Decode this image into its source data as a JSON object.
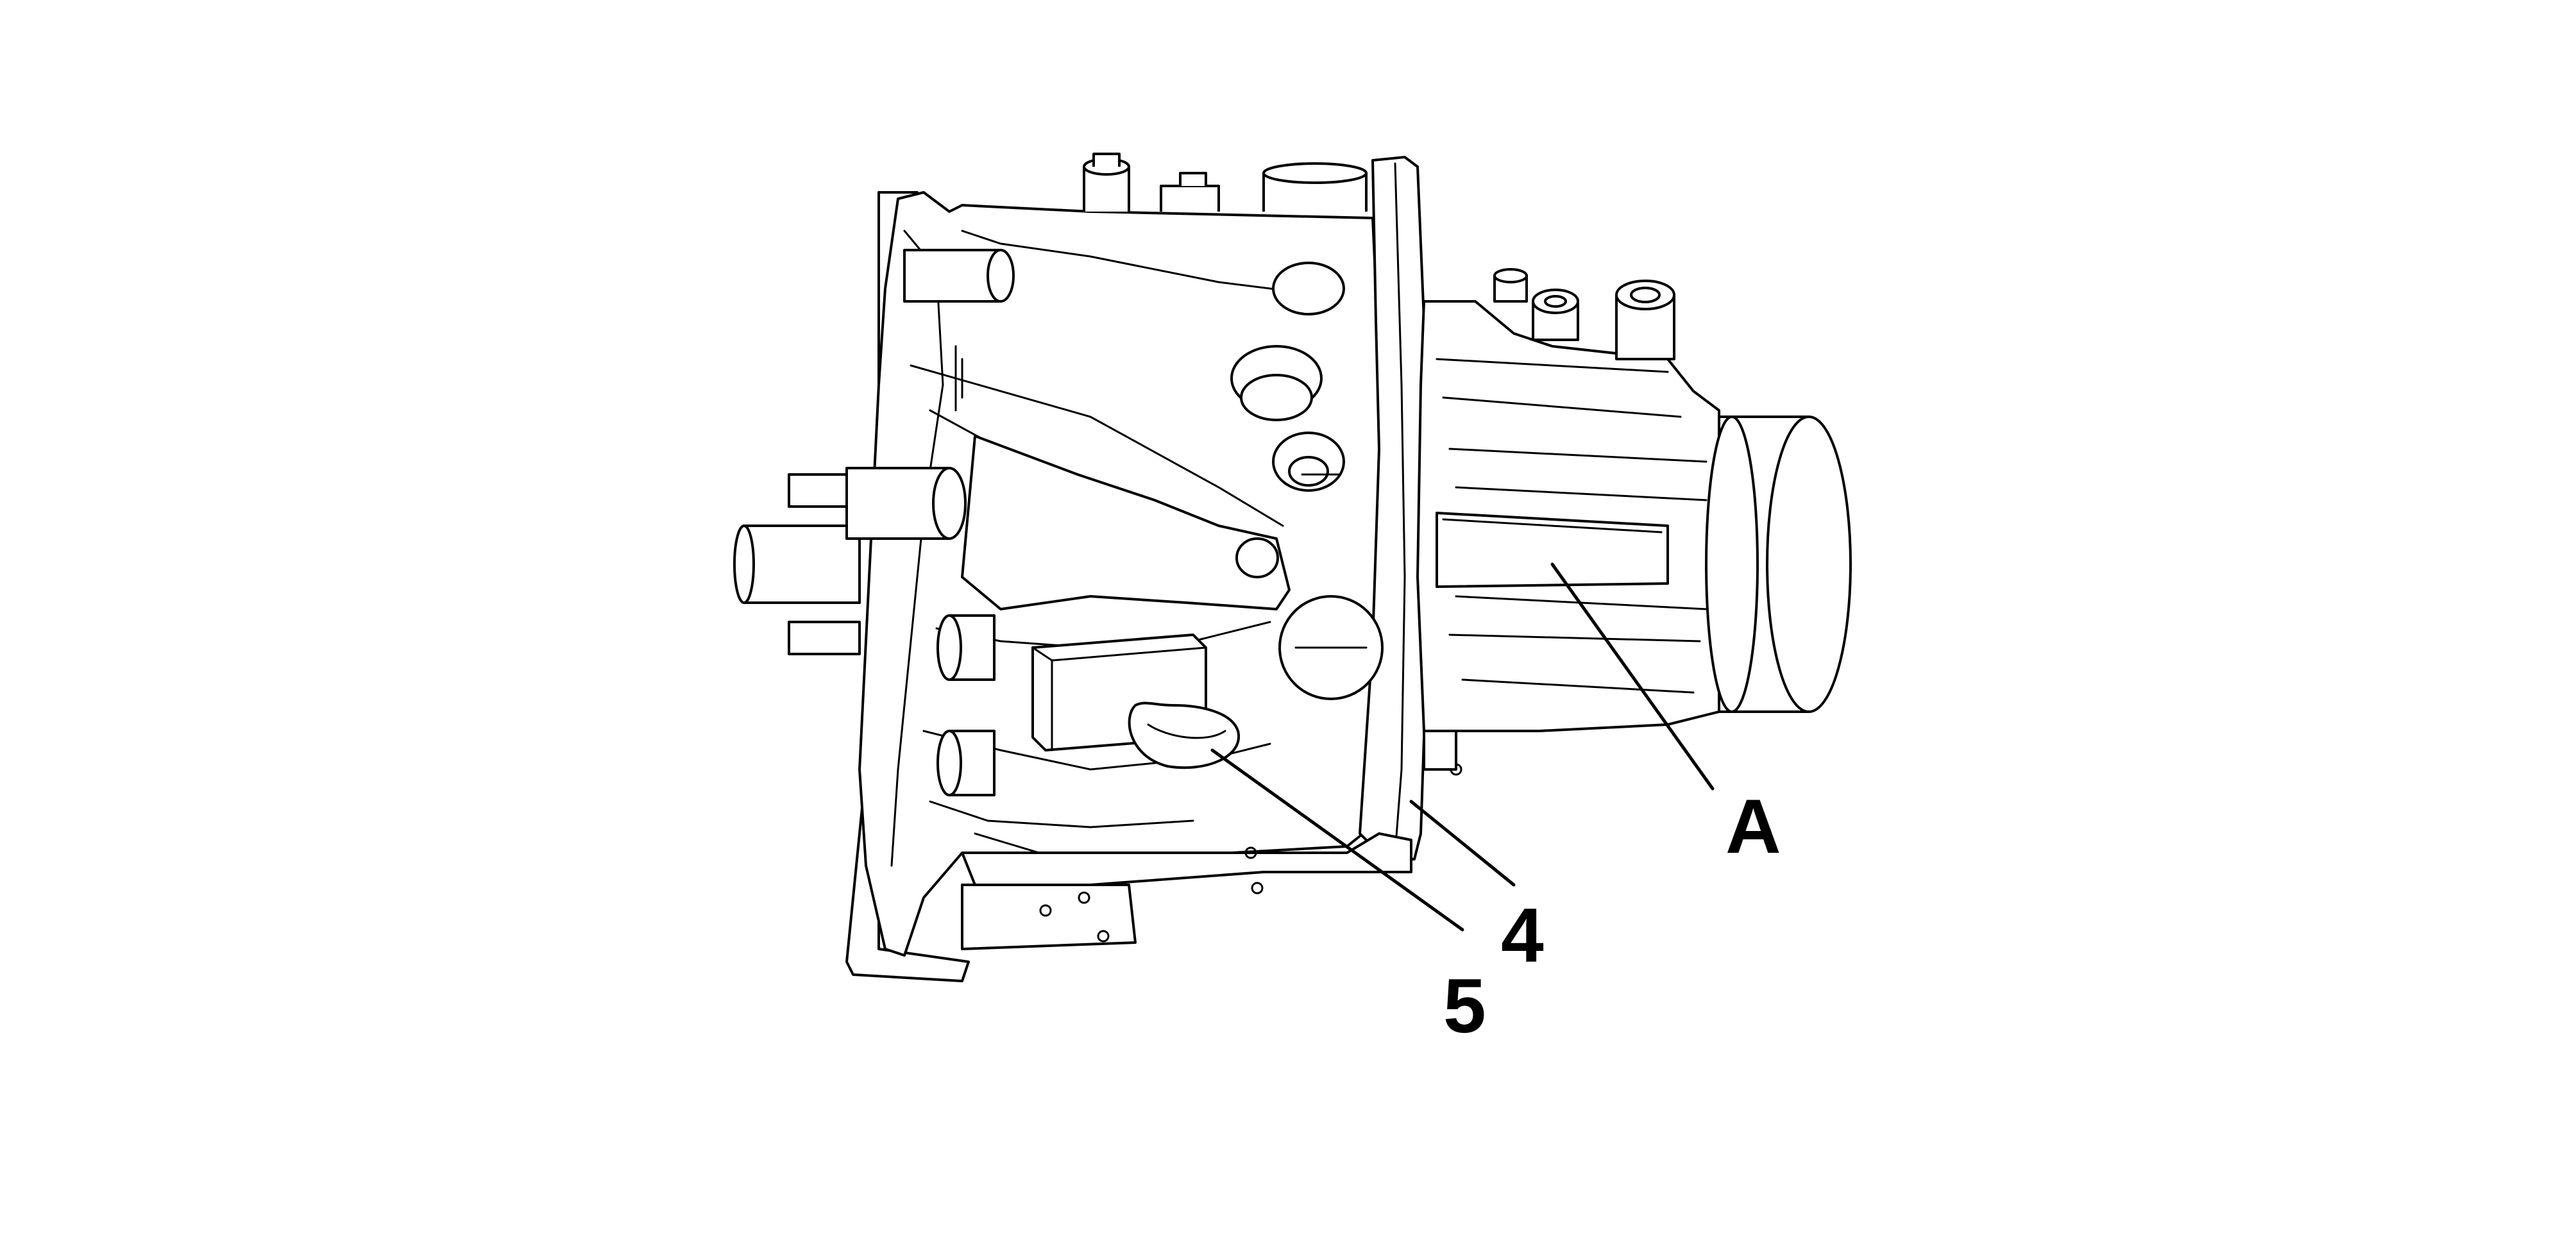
{
  "labels": {
    "a": "A",
    "four": "4",
    "five": "5"
  },
  "colors": {
    "line": "#000000",
    "background": "#ffffff"
  }
}
